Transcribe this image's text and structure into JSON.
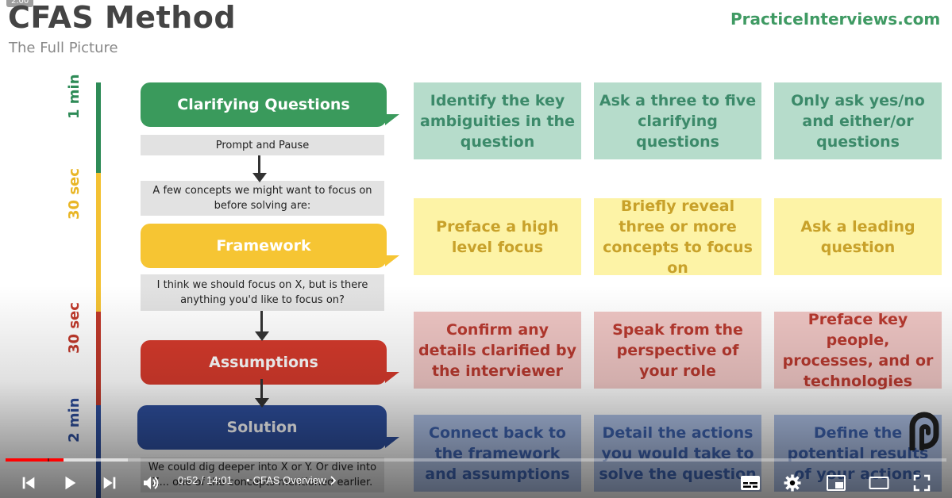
{
  "slide": {
    "rate_badge": "2.00",
    "title": "CFAS Method",
    "subtitle": "The Full Picture",
    "brand": "PracticeInterviews.com",
    "timeline": [
      {
        "label": "1 min",
        "color": "#2e8b57"
      },
      {
        "label": "30 sec",
        "color": "#f3c133"
      },
      {
        "label": "30 sec",
        "color": "#c0392b"
      },
      {
        "label": "2 min",
        "color": "#2e4f9e"
      }
    ],
    "steps": [
      {
        "label": "Clarifying Questions",
        "color": "#3a9a5c"
      },
      {
        "label": "Framework",
        "color": "#f6c533"
      },
      {
        "label": "Assumptions",
        "color": "#d53a2c"
      },
      {
        "label": "Solution",
        "color": "#2e4f9e"
      }
    ],
    "prompts": [
      "Prompt and Pause",
      "A few concepts we might want to focus on before solving are:",
      "I think we should focus on X, but is there anything you'd like to focus on?",
      "We could dig deeper into X or Y. Or dive into Z... one of the concepts mentioned earlier."
    ],
    "cards": {
      "clarifying": [
        "Identify the key ambiguities in the question",
        "Ask a three to five clarifying questions",
        "Only ask yes/no and either/or questions"
      ],
      "framework": [
        "Preface a high level focus",
        "Briefly reveal three or more concepts to focus on",
        "Ask a leading question"
      ],
      "assumptions": [
        "Confirm any details clarified by the interviewer",
        "Speak from the perspective of your role",
        "Preface key people, processes, and or technologies"
      ],
      "solution": [
        "Connect back to the framework and assumptions",
        "Detail the actions you would take to solve the question",
        "Define the potential results of your actions"
      ]
    },
    "logo_icon": "practiceinterviews-logo-icon"
  },
  "player": {
    "time_current": "0:52",
    "time_total": "14:01",
    "time_separator": " / ",
    "chapter_separator": "•",
    "chapter_title": "CFAS Overview",
    "progress_played": 0.062,
    "progress_loaded": 0.13,
    "icons": {
      "previous": "skip-previous-icon",
      "play": "play-icon",
      "next": "skip-next-icon",
      "volume": "volume-icon",
      "chapter_arrow": "chevron-right-icon",
      "captions": "captions-icon",
      "settings": "gear-icon",
      "miniplayer": "miniplayer-icon",
      "theater": "theater-mode-icon",
      "fullscreen": "fullscreen-icon"
    }
  }
}
